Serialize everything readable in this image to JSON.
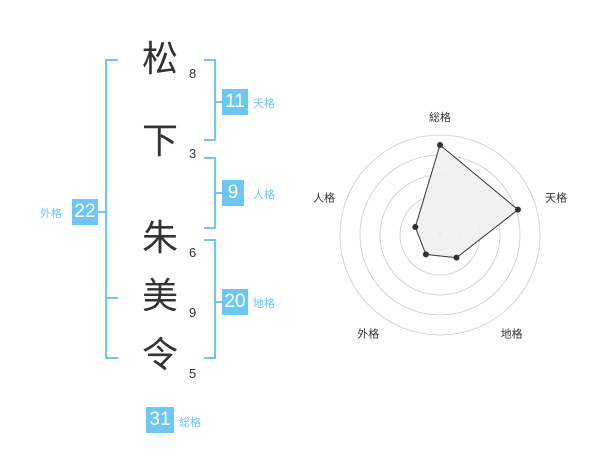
{
  "name": {
    "chars": [
      {
        "char": "松",
        "strokes": "8"
      },
      {
        "char": "下",
        "strokes": "3"
      },
      {
        "char": "朱",
        "strokes": "6"
      },
      {
        "char": "美",
        "strokes": "9"
      },
      {
        "char": "令",
        "strokes": "5"
      }
    ]
  },
  "fortune": {
    "tenkaku": {
      "label": "天格",
      "value": "11"
    },
    "jinkaku": {
      "label": "人格",
      "value": "9"
    },
    "chikaku": {
      "label": "地格",
      "value": "20"
    },
    "gaikaku": {
      "label": "外格",
      "value": "22"
    },
    "soukaku": {
      "label": "総格",
      "value": "31"
    }
  },
  "chart_data": {
    "type": "radar",
    "axes": [
      "総格",
      "天格",
      "地格",
      "外格",
      "人格"
    ],
    "values": [
      4.5,
      4.1,
      1.4,
      1.2,
      1.3
    ],
    "max": 5,
    "rings": 5,
    "colors": {
      "fill": "#f0f0f0",
      "line": "#333333",
      "grid": "#cccccc",
      "point": "#333333",
      "center": "#cccccc"
    }
  },
  "colors": {
    "accent": "#6ec6f5",
    "text": "#333333"
  }
}
